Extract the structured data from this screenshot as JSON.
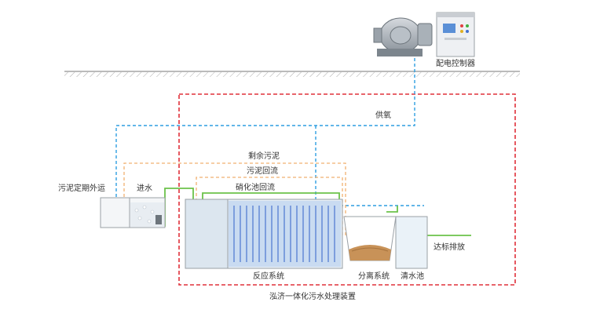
{
  "labels": {
    "control_cabinet": "配电控制器",
    "oxygen_supply": "供氧",
    "excess_sludge": "剩余污泥",
    "sludge_return": "污泥回流",
    "nitrification_return": "硝化池回流",
    "sludge_transport": "污泥定期外运",
    "water_inlet": "进水",
    "discharge": "达标排放",
    "reaction_system": "反应系统",
    "separation_system": "分离系统",
    "clear_water_tank": "清水池",
    "device_title": "泓济一体化污水处理装置"
  },
  "colors": {
    "air_line": "#2e9ee0",
    "sludge_line": "#f0b070",
    "water_line": "#6cc24a",
    "boundary": "#e0303a",
    "tank_fill": "#e7eef5",
    "membrane": "#6a8fd8"
  }
}
